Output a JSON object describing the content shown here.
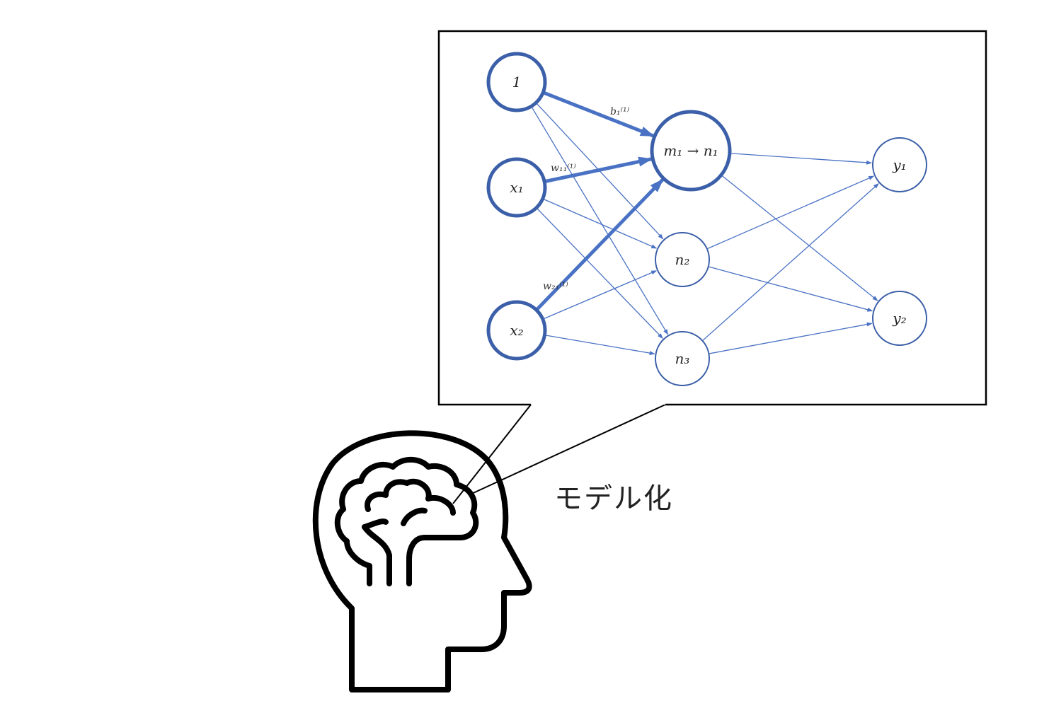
{
  "diagram": {
    "caption": "モデル化",
    "nodes": [
      {
        "id": "bias",
        "label": "1"
      },
      {
        "id": "x1",
        "label": "x₁"
      },
      {
        "id": "x2",
        "label": "x₂"
      },
      {
        "id": "h1",
        "label": "m₁ → n₁"
      },
      {
        "id": "h2",
        "label": "n₂"
      },
      {
        "id": "h3",
        "label": "n₃"
      },
      {
        "id": "y1",
        "label": "y₁"
      },
      {
        "id": "y2",
        "label": "y₂"
      }
    ],
    "edge_labels": {
      "bias_h1": "b₁⁽¹⁾",
      "x1_h1": "w₁₁⁽¹⁾",
      "x2_h1": "w₂₁⁽¹⁾"
    },
    "colors": {
      "edge": "#4a72c4",
      "node": "#3b5fa8",
      "outline": "#000000"
    }
  }
}
